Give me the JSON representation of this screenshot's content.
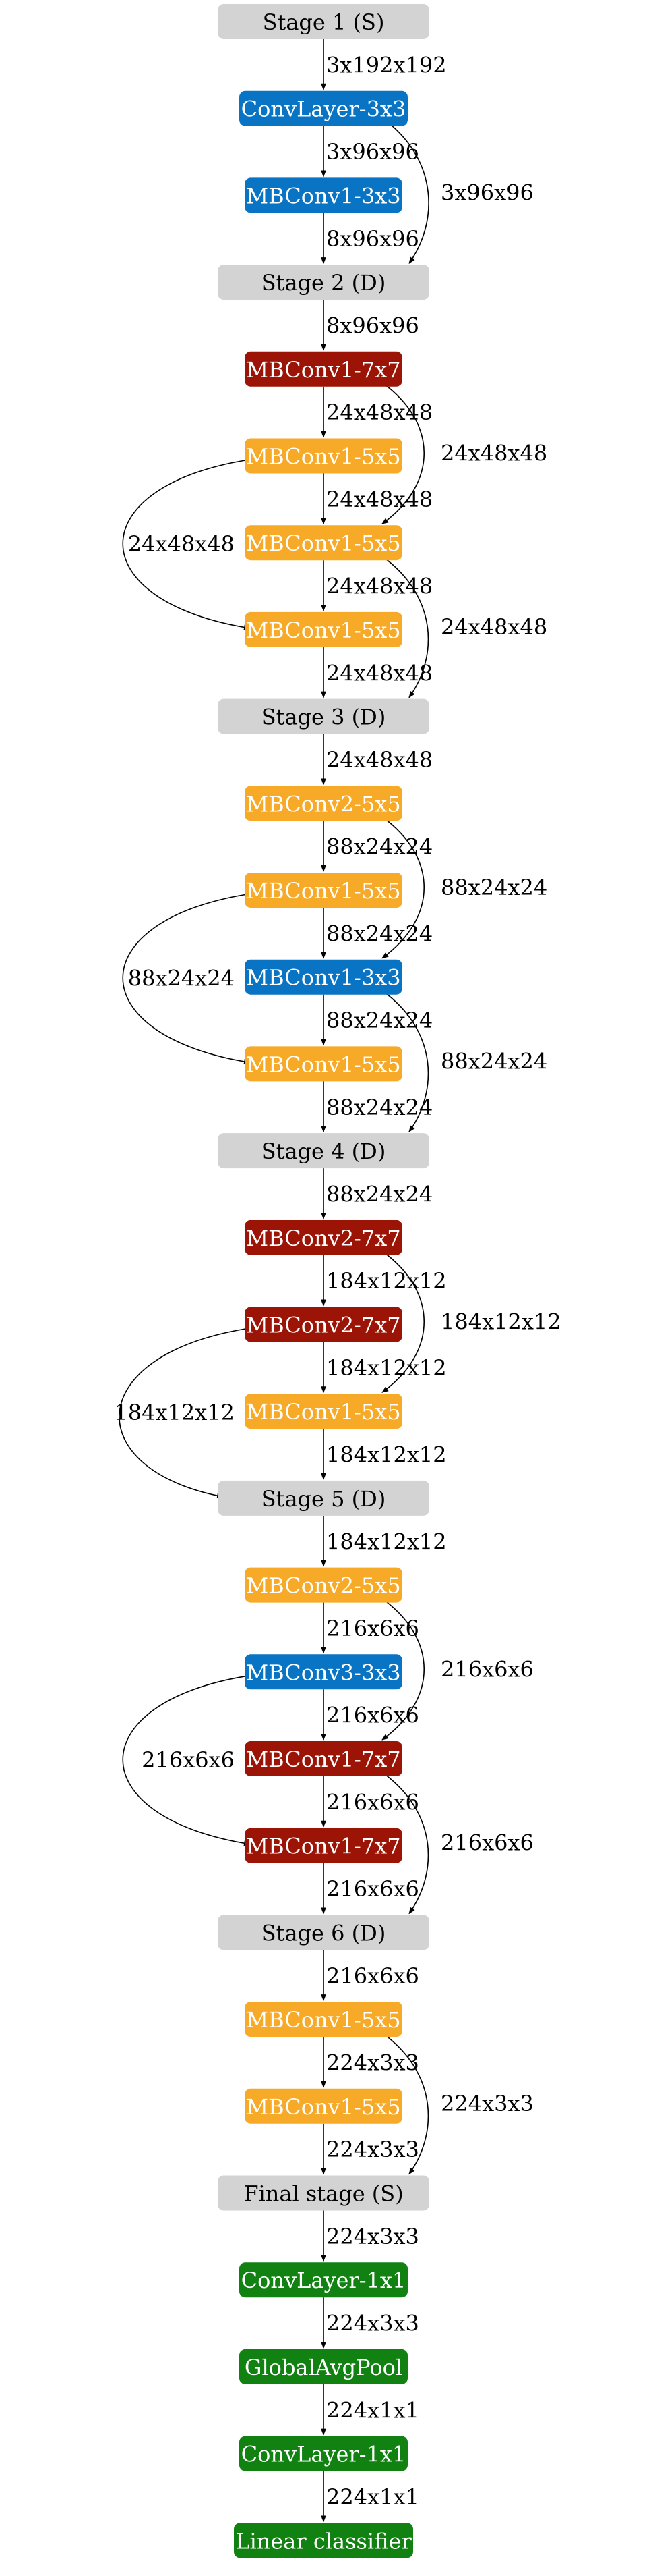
{
  "colors": {
    "stage": "#d3d3d3",
    "conv": "#0a74c4",
    "mb3": "#0a74c4",
    "mb5": "#f7a928",
    "mb7": "#9b1405",
    "head": "#118211",
    "stage_text": "#000000",
    "block_text": "#ffffff"
  },
  "nodes": [
    {
      "id": "n0",
      "label": "Stage 1 (S)",
      "kind": "stage"
    },
    {
      "id": "n1",
      "label": "ConvLayer-3x3",
      "kind": "conv"
    },
    {
      "id": "n2",
      "label": "MBConv1-3x3",
      "kind": "mb3"
    },
    {
      "id": "n3",
      "label": "Stage 2 (D)",
      "kind": "stage"
    },
    {
      "id": "n4",
      "label": "MBConv1-7x7",
      "kind": "mb7"
    },
    {
      "id": "n5",
      "label": "MBConv1-5x5",
      "kind": "mb5"
    },
    {
      "id": "n6",
      "label": "MBConv1-5x5",
      "kind": "mb5"
    },
    {
      "id": "n7",
      "label": "MBConv1-5x5",
      "kind": "mb5"
    },
    {
      "id": "n8",
      "label": "Stage 3 (D)",
      "kind": "stage"
    },
    {
      "id": "n9",
      "label": "MBConv2-5x5",
      "kind": "mb5"
    },
    {
      "id": "n10",
      "label": "MBConv1-5x5",
      "kind": "mb5"
    },
    {
      "id": "n11",
      "label": "MBConv1-3x3",
      "kind": "mb3"
    },
    {
      "id": "n12",
      "label": "MBConv1-5x5",
      "kind": "mb5"
    },
    {
      "id": "n13",
      "label": "Stage 4 (D)",
      "kind": "stage"
    },
    {
      "id": "n14",
      "label": "MBConv2-7x7",
      "kind": "mb7"
    },
    {
      "id": "n15",
      "label": "MBConv2-7x7",
      "kind": "mb7"
    },
    {
      "id": "n16",
      "label": "MBConv1-5x5",
      "kind": "mb5"
    },
    {
      "id": "n17",
      "label": "Stage 5 (D)",
      "kind": "stage"
    },
    {
      "id": "n18",
      "label": "MBConv2-5x5",
      "kind": "mb5"
    },
    {
      "id": "n19",
      "label": "MBConv3-3x3",
      "kind": "mb3"
    },
    {
      "id": "n20",
      "label": "MBConv1-7x7",
      "kind": "mb7"
    },
    {
      "id": "n21",
      "label": "MBConv1-7x7",
      "kind": "mb7"
    },
    {
      "id": "n22",
      "label": "Stage 6 (D)",
      "kind": "stage"
    },
    {
      "id": "n23",
      "label": "MBConv1-5x5",
      "kind": "mb5"
    },
    {
      "id": "n24",
      "label": "MBConv1-5x5",
      "kind": "mb5"
    },
    {
      "id": "n25",
      "label": "Final stage (S)",
      "kind": "stage"
    },
    {
      "id": "n26",
      "label": "ConvLayer-1x1",
      "kind": "head"
    },
    {
      "id": "n27",
      "label": "GlobalAvgPool",
      "kind": "head"
    },
    {
      "id": "n28",
      "label": "ConvLayer-1x1",
      "kind": "head"
    },
    {
      "id": "n29",
      "label": "Linear classifier",
      "kind": "head"
    }
  ],
  "edges": [
    {
      "from": 0,
      "to": 1,
      "label": "3x192x192",
      "route": "straight"
    },
    {
      "from": 1,
      "to": 2,
      "label": "3x96x96",
      "route": "straight"
    },
    {
      "from": 1,
      "to": 3,
      "label": "3x96x96",
      "route": "right"
    },
    {
      "from": 2,
      "to": 3,
      "label": "8x96x96",
      "route": "straight"
    },
    {
      "from": 3,
      "to": 4,
      "label": "8x96x96",
      "route": "straight"
    },
    {
      "from": 4,
      "to": 5,
      "label": "24x48x48",
      "route": "straight"
    },
    {
      "from": 4,
      "to": 6,
      "label": "24x48x48",
      "route": "right"
    },
    {
      "from": 5,
      "to": 6,
      "label": "24x48x48",
      "route": "straight"
    },
    {
      "from": 5,
      "to": 7,
      "label": "24x48x48",
      "route": "left"
    },
    {
      "from": 6,
      "to": 7,
      "label": "24x48x48",
      "route": "straight"
    },
    {
      "from": 6,
      "to": 8,
      "label": "24x48x48",
      "route": "right"
    },
    {
      "from": 7,
      "to": 8,
      "label": "24x48x48",
      "route": "straight"
    },
    {
      "from": 8,
      "to": 9,
      "label": "24x48x48",
      "route": "straight"
    },
    {
      "from": 9,
      "to": 10,
      "label": "88x24x24",
      "route": "straight"
    },
    {
      "from": 9,
      "to": 11,
      "label": "88x24x24",
      "route": "right"
    },
    {
      "from": 10,
      "to": 11,
      "label": "88x24x24",
      "route": "straight"
    },
    {
      "from": 10,
      "to": 12,
      "label": "88x24x24",
      "route": "left"
    },
    {
      "from": 11,
      "to": 12,
      "label": "88x24x24",
      "route": "straight"
    },
    {
      "from": 11,
      "to": 13,
      "label": "88x24x24",
      "route": "right"
    },
    {
      "from": 12,
      "to": 13,
      "label": "88x24x24",
      "route": "straight"
    },
    {
      "from": 13,
      "to": 14,
      "label": "88x24x24",
      "route": "straight"
    },
    {
      "from": 14,
      "to": 15,
      "label": "184x12x12",
      "route": "straight"
    },
    {
      "from": 14,
      "to": 16,
      "label": "184x12x12",
      "route": "right"
    },
    {
      "from": 15,
      "to": 16,
      "label": "184x12x12",
      "route": "straight"
    },
    {
      "from": 15,
      "to": 17,
      "label": "184x12x12",
      "route": "left"
    },
    {
      "from": 16,
      "to": 17,
      "label": "184x12x12",
      "route": "straight"
    },
    {
      "from": 17,
      "to": 18,
      "label": "184x12x12",
      "route": "straight"
    },
    {
      "from": 18,
      "to": 19,
      "label": "216x6x6",
      "route": "straight"
    },
    {
      "from": 18,
      "to": 20,
      "label": "216x6x6",
      "route": "right"
    },
    {
      "from": 19,
      "to": 20,
      "label": "216x6x6",
      "route": "straight"
    },
    {
      "from": 19,
      "to": 21,
      "label": "216x6x6",
      "route": "left"
    },
    {
      "from": 20,
      "to": 21,
      "label": "216x6x6",
      "route": "straight"
    },
    {
      "from": 20,
      "to": 22,
      "label": "216x6x6",
      "route": "right"
    },
    {
      "from": 21,
      "to": 22,
      "label": "216x6x6",
      "route": "straight"
    },
    {
      "from": 22,
      "to": 23,
      "label": "216x6x6",
      "route": "straight"
    },
    {
      "from": 23,
      "to": 24,
      "label": "224x3x3",
      "route": "straight"
    },
    {
      "from": 23,
      "to": 25,
      "label": "224x3x3",
      "route": "right"
    },
    {
      "from": 24,
      "to": 25,
      "label": "224x3x3",
      "route": "straight"
    },
    {
      "from": 25,
      "to": 26,
      "label": "224x3x3",
      "route": "straight"
    },
    {
      "from": 26,
      "to": 27,
      "label": "224x3x3",
      "route": "straight"
    },
    {
      "from": 27,
      "to": 28,
      "label": "224x1x1",
      "route": "straight"
    },
    {
      "from": 28,
      "to": 29,
      "label": "224x1x1",
      "route": "straight"
    }
  ]
}
